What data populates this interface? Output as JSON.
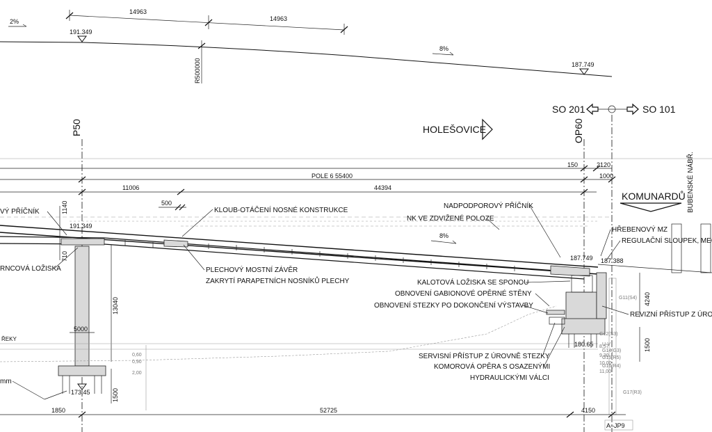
{
  "profile": {
    "dim_top_left": "14963",
    "dim_top_right": "14963",
    "slope_left": "2%",
    "slope_right": "8%",
    "level_left": "191.349",
    "level_right": "187.749",
    "radius": "R500000"
  },
  "direction": {
    "so_201": "SO 201",
    "so_101": "SO 101",
    "holesovice": "HOLEŠOVICE",
    "komunardu": "KOMUNARDŮ",
    "bubenske_nabr": "BUBENSKÉ NÁBŘ."
  },
  "axes": {
    "p50": "P50",
    "op60": "OP60"
  },
  "dimensions": {
    "d150": "150",
    "d2120": "2120",
    "pole": "POLE 6 55400",
    "d1000": "1000",
    "d11006": "11006",
    "d44394": "44394",
    "d500": "500",
    "d1140": "1140",
    "d710": "710",
    "d13040": "13040",
    "d5000": "5000",
    "d1500_left": "1500",
    "d1850": "1850",
    "d52725": "52725",
    "d4150": "4150",
    "d4240": "4240",
    "d1500_right": "1500",
    "deck_level_left": "191.349",
    "deck_slope": "8%",
    "deck_level_right": "187.749",
    "abut_level": "187.388",
    "pier_base_level": "173.45",
    "abut_base_level": "180.65"
  },
  "labels": {
    "pricnik_left": "VÝ PŘÍČNÍK",
    "loziska_left": "RNCOVÁ LOŽISKA",
    "mm": "mm",
    "reky": "ŘEKY",
    "kloub": "KLOUB-OTÁČENÍ NOSNÉ KONSTRUKCE",
    "zaver_1": "PLECHOVÝ MOSTNÍ ZÁVĚR",
    "zaver_2": "ZAKRYTÍ PARAPETNÍCH NOSNÍKŮ PLECHY",
    "nadpodporovy": "NADPODPOROVÝ PŘÍČNÍK",
    "nk_poloze": "NK VE ZDVIŽENÉ POLOZE",
    "hrebenovy": "HŘEBENOVÝ MZ",
    "regulacni": "REGULAČNÍ SLOUPEK, MECH",
    "kalotova": "KALOTOVÁ LOŽISKA SE SPONOU",
    "gabionove": "OBNOVENÍ GABIONOVÉ OPĚRNÉ STĚNY",
    "stezky": "OBNOVENÍ STEZKY PO DOKONČENÍ VÝSTAVBY",
    "revizni": "REVIZNÍ PŘÍSTUP Z ÚROVN",
    "servisni": "SERVISNÍ PŘÍSTUP Z ÚROVNĚ STEZKY",
    "komorova_1": "KOMOROVÁ OPĚRA S OSAZENÝMI",
    "komorova_2": "HYDRAULICKÝMI VÁLCI",
    "borehole_tag": "A–JP9"
  },
  "borehole": {
    "layers": [
      "G11(S4)",
      "G12(S3)",
      "U-V",
      "G14(G3)",
      "G15(R5)",
      "G16(R4)",
      "G17(R3)"
    ],
    "depths": [
      "8,57",
      "9,30",
      "10,00",
      "11,00"
    ]
  }
}
